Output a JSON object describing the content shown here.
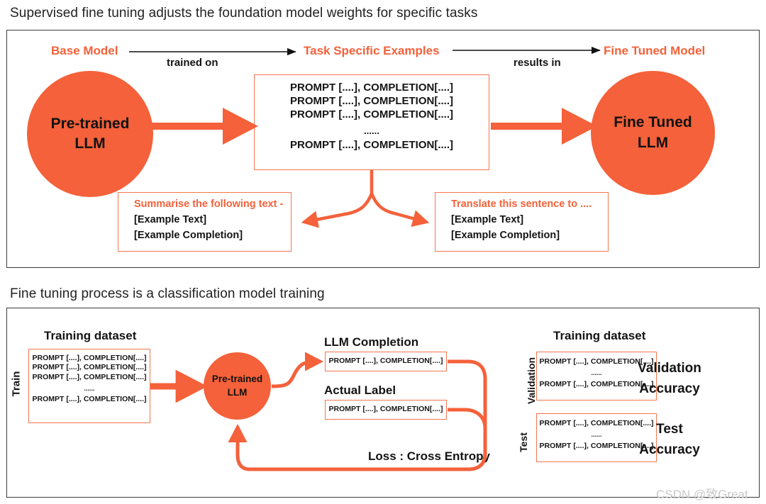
{
  "colors": {
    "orange": "#F4613A",
    "orange_border": "#F4764F",
    "panel_border": "#3c3c3c",
    "text": "#141414",
    "watermark": "#c9c9c9"
  },
  "panel1": {
    "title": "Supervised fine tuning adjusts the foundation model weights for specific tasks",
    "labels": {
      "base_model": "Base Model",
      "task_specific_examples": "Task Specific Examples",
      "fine_tuned_model": "Fine Tuned Model",
      "trained_on": "trained on",
      "results_in": "results in"
    },
    "left_circle": {
      "line1": "Pre-trained",
      "line2": "LLM"
    },
    "right_circle": {
      "line1": "Fine Tuned",
      "line2": "LLM"
    },
    "dataset_box": {
      "lines": [
        "PROMPT [....], COMPLETION[....]",
        "PROMPT [....], COMPLETION[....]",
        "PROMPT [....], COMPLETION[....]",
        "......",
        "PROMPT [....], COMPLETION[....]"
      ]
    },
    "example_left": {
      "heading": "Summarise the following text -",
      "line1": "[Example Text]",
      "line2": "[Example Completion]"
    },
    "example_right": {
      "heading": "Translate this sentence to ....",
      "line1": "[Example Text]",
      "line2": "[Example Completion]"
    }
  },
  "panel2": {
    "title": "Fine tuning process is a classification model training",
    "train_label": "Train",
    "training_dataset_heading_left": "Training dataset",
    "training_dataset_heading_right": "Training dataset",
    "train_box": {
      "lines": [
        "PROMPT [....], COMPLETION[....]",
        "PROMPT [....], COMPLETION[....]",
        "PROMPT [....], COMPLETION[....]",
        "......",
        "PROMPT [....], COMPLETION[....]"
      ]
    },
    "circle": {
      "line1": "Pre-trained",
      "line2": "LLM"
    },
    "llm_completion": {
      "heading": "LLM Completion",
      "line": "PROMPT [....], COMPLETION[....]"
    },
    "actual_label": {
      "heading": "Actual Label",
      "line": "PROMPT [....], COMPLETION[....]"
    },
    "loss_label": "Loss : Cross Entropy",
    "validation": {
      "side_label": "Validation",
      "lines": [
        "PROMPT [....], COMPLETION[....]",
        "......",
        "PROMPT [....], COMPLETION[....]"
      ],
      "metric_line1": "Validation",
      "metric_line2": "Accuracy"
    },
    "test": {
      "side_label": "Test",
      "lines": [
        "PROMPT [....], COMPLETION[....]",
        "......",
        "PROMPT [....], COMPLETION[....]"
      ],
      "metric_line1": "Test",
      "metric_line2": "Accuracy"
    }
  },
  "watermark": "CSDN @致Great"
}
